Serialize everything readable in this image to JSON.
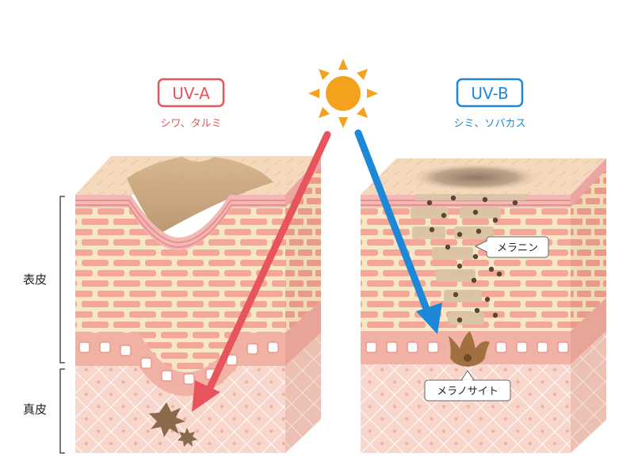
{
  "uva": {
    "badge": "UV-A",
    "caption": "シワ、タルミ",
    "color": "#e8545b"
  },
  "uvb": {
    "badge": "UV-B",
    "caption": "シミ、ソバカス",
    "color": "#1e88d8"
  },
  "layers": {
    "epidermis": "表皮",
    "dermis": "真皮"
  },
  "callouts": {
    "melanin": "メラニン",
    "melanocyte": "メラノサイト"
  },
  "colors": {
    "sun": "#f4a21e",
    "skin_top": "#f5d9bd",
    "epidermis": "#f6e7c6",
    "cell": "#f4a697",
    "dermis": "#f8d6cc",
    "fiber": "#ffffff",
    "pigment": "#8b6a4c",
    "melanin_dot": "#5a4636"
  }
}
